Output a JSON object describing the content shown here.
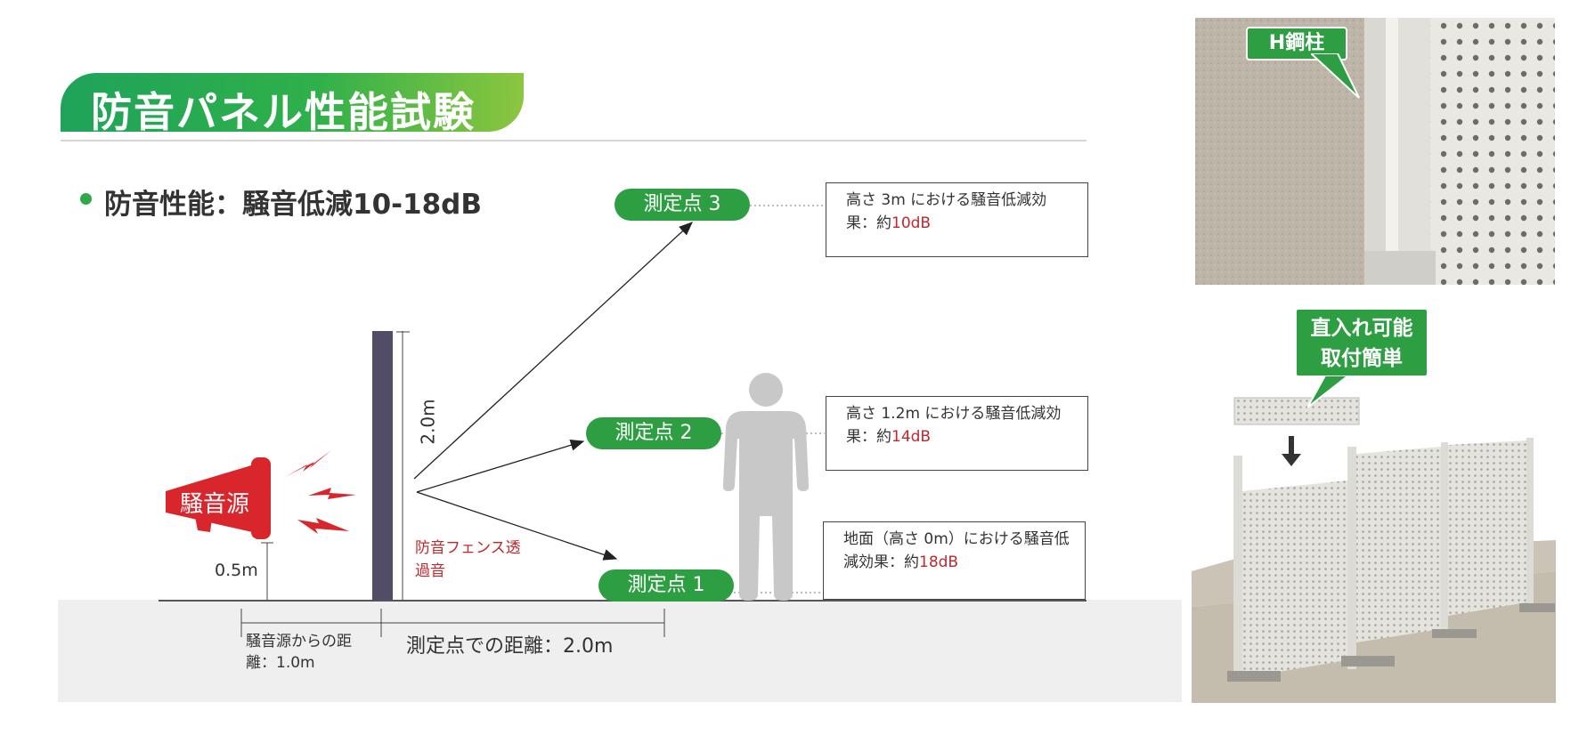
{
  "header": {
    "title": "防音パネル性能試験",
    "bullet": "防音性能：騒音低減10-18dB"
  },
  "diagram": {
    "source_label": "騒音源",
    "source_height": "0.5m",
    "fence_height": "2.0m",
    "transmission_label_line1": "防音フェンス透",
    "transmission_label_line2": "過音",
    "distance_source_line1": "騒音源からの距",
    "distance_source_line2": "離：1.0m",
    "distance_measure": "測定点での距離：2.0m",
    "points": [
      {
        "label": "測定点 3",
        "desc_line1": "高さ 3m における騒音低減効",
        "desc_prefix": "果：約",
        "value": "10dB"
      },
      {
        "label": "測定点 2",
        "desc_line1": "高さ 1.2m における騒音低減効",
        "desc_prefix": "果：約",
        "value": "14dB"
      },
      {
        "label": "測定点 1",
        "desc_line1": "地面（高さ 0m）における騒音低",
        "desc_prefix": "減効果：約",
        "value": "18dB"
      }
    ]
  },
  "photos": {
    "top_callout": "H鋼柱",
    "bottom_callout_line1": "直入れ可能",
    "bottom_callout_line2": "取付簡単"
  },
  "colors": {
    "brand_green": "#2e9e43",
    "alert_red": "#d8262c",
    "fence_purple": "#524c66",
    "person_gray": "#c8c8c8"
  }
}
